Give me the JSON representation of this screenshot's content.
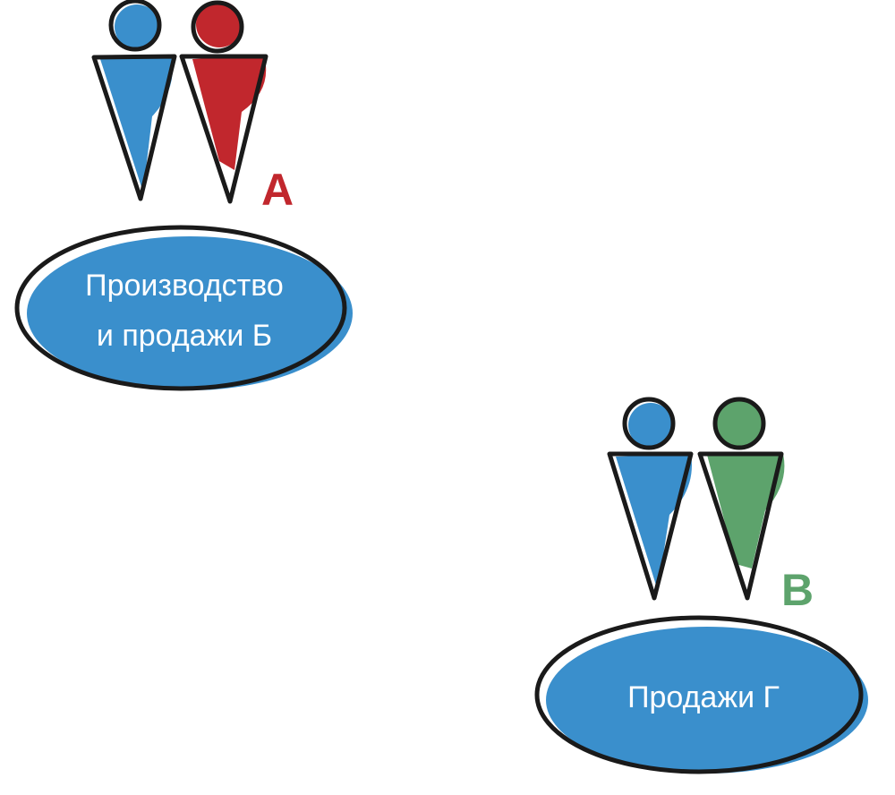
{
  "colors": {
    "blue": "#3a8fcc",
    "red": "#c1272d",
    "green": "#5da36c"
  },
  "group_a": {
    "letter": "А",
    "unit_line1": "Производство",
    "unit_line2": "и продажи Б"
  },
  "group_b": {
    "letter": "В",
    "unit_label": "Продажи Г"
  }
}
